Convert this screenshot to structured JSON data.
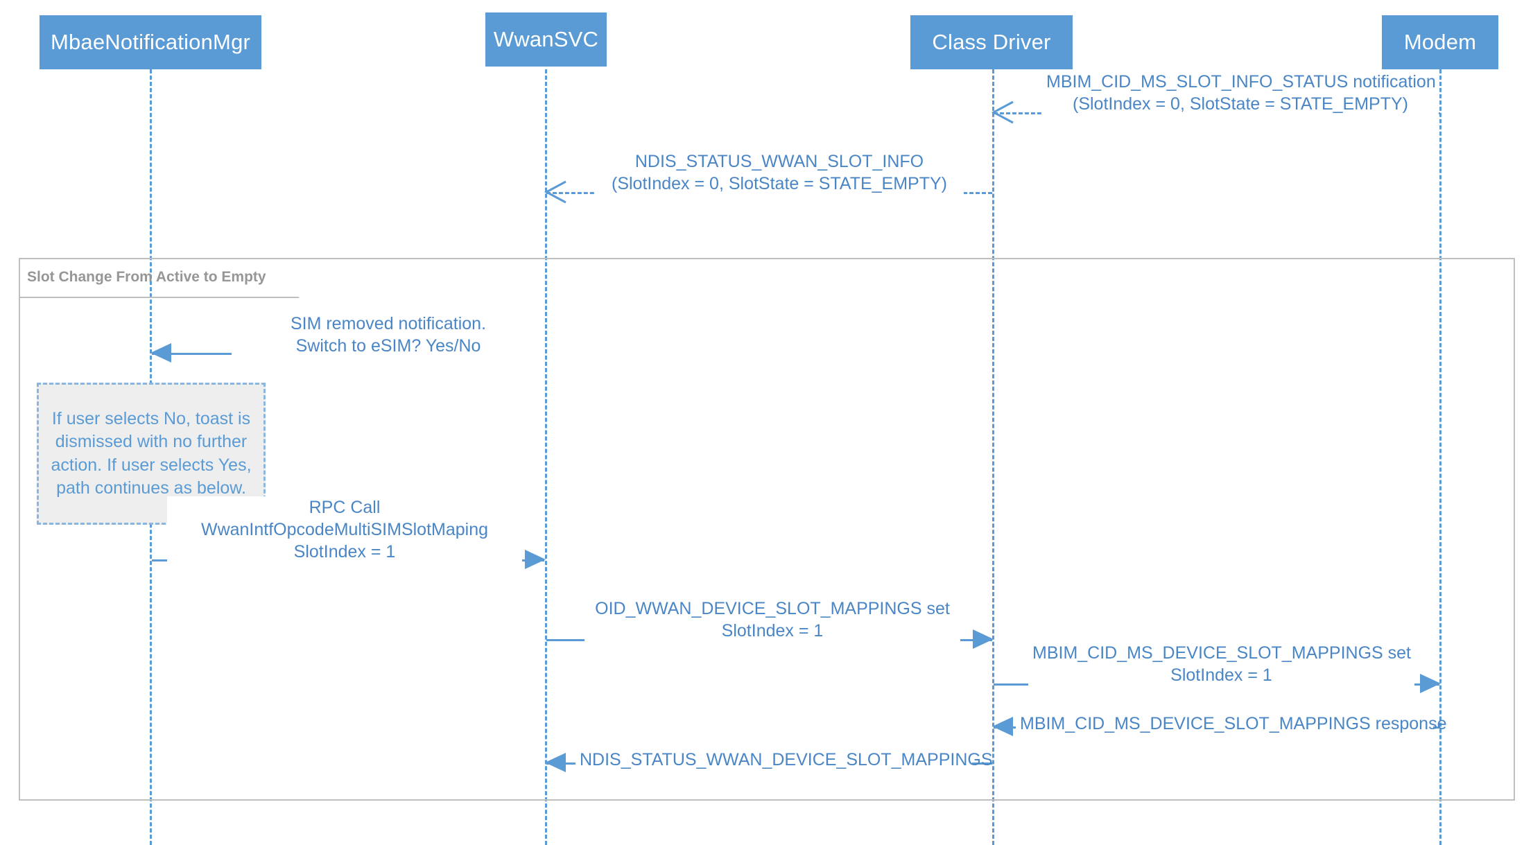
{
  "diagram": {
    "title": "Slot Change From Active to Empty",
    "colors": {
      "participant_fill": "#5B9BD5",
      "participant_text": "#FFFFFF",
      "lifeline": "#5B9BD5",
      "message_line": "#5B9BD5",
      "message_text": "#4A86C5",
      "frame_border": "#BFBFBF",
      "frame_label_text": "#969696",
      "note_fill": "#EEEEEE",
      "note_border": "#8AB6E0",
      "note_text": "#5B9BD5",
      "background": "#FFFFFF"
    }
  },
  "participants": [
    {
      "id": "mbae",
      "label": "MbaeNotificationMgr"
    },
    {
      "id": "wwan",
      "label": "WwanSVC"
    },
    {
      "id": "class",
      "label": "Class Driver"
    },
    {
      "id": "modem",
      "label": "Modem"
    }
  ],
  "frame": {
    "label": "Slot Change From Active to Empty"
  },
  "messages": [
    {
      "id": "m1",
      "from": "modem",
      "to": "class",
      "direction": "left",
      "style": "dashed",
      "arrowhead": "open",
      "line1": "MBIM_CID_MS_SLOT_INFO_STATUS notification",
      "line2": "(SlotIndex = 0, SlotState = STATE_EMPTY)"
    },
    {
      "id": "m2",
      "from": "class",
      "to": "wwan",
      "direction": "left",
      "style": "dashed",
      "arrowhead": "open",
      "line1": "NDIS_STATUS_WWAN_SLOT_INFO",
      "line2": "(SlotIndex = 0, SlotState = STATE_EMPTY)"
    },
    {
      "id": "m3",
      "from": "wwan",
      "to": "mbae",
      "direction": "left",
      "style": "solid",
      "arrowhead": "filled",
      "line1": "SIM removed notification.",
      "line2": "Switch to eSIM? Yes/No"
    },
    {
      "id": "m4",
      "from": "mbae",
      "to": "wwan",
      "direction": "right",
      "style": "solid",
      "arrowhead": "filled",
      "line1": "RPC Call",
      "line2": "WwanIntfOpcodeMultiSIMSlotMaping",
      "line3": "SlotIndex = 1"
    },
    {
      "id": "m5",
      "from": "wwan",
      "to": "class",
      "direction": "right",
      "style": "solid",
      "arrowhead": "filled",
      "line1": "OID_WWAN_DEVICE_SLOT_MAPPINGS set",
      "line2": "SlotIndex = 1"
    },
    {
      "id": "m6",
      "from": "class",
      "to": "modem",
      "direction": "right",
      "style": "solid",
      "arrowhead": "filled",
      "line1": "MBIM_CID_MS_DEVICE_SLOT_MAPPINGS set",
      "line2": "SlotIndex = 1"
    },
    {
      "id": "m7",
      "from": "modem",
      "to": "class",
      "direction": "left",
      "style": "solid",
      "arrowhead": "filled",
      "line1": "MBIM_CID_MS_DEVICE_SLOT_MAPPINGS response"
    },
    {
      "id": "m8",
      "from": "class",
      "to": "wwan",
      "direction": "left",
      "style": "solid",
      "arrowhead": "filled",
      "line1": "NDIS_STATUS_WWAN_DEVICE_SLOT_MAPPINGS"
    }
  ],
  "note": {
    "text": "If user selects No, toast is dismissed with no further action. If user selects Yes, path continues as below."
  }
}
